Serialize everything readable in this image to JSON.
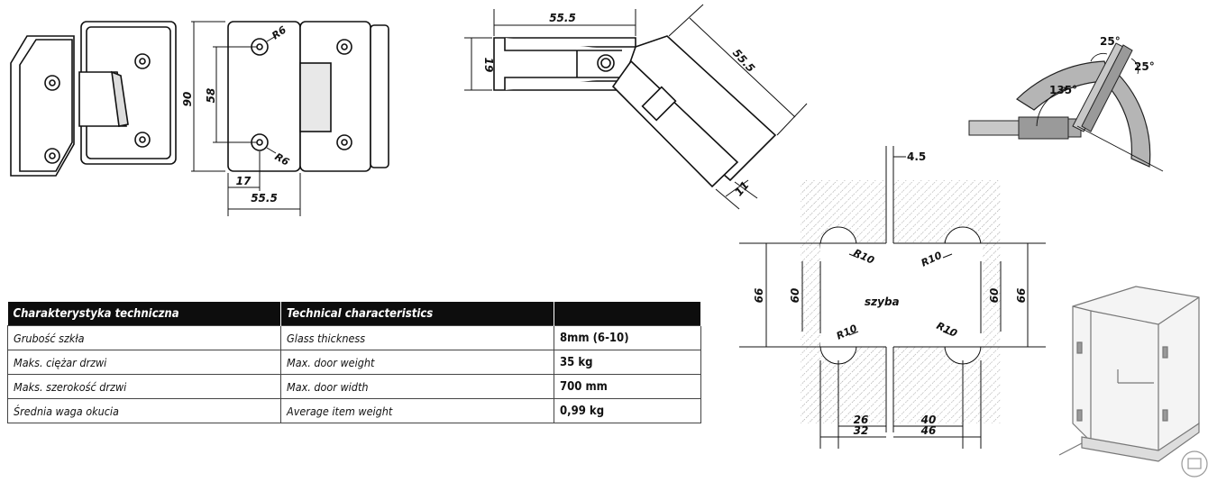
{
  "table": {
    "headers": [
      "Charakterystyka techniczna",
      "Technical characteristics",
      ""
    ],
    "rows": [
      {
        "pl": "Grubość szkła",
        "en": "Glass thickness",
        "value": "8mm (6-10)"
      },
      {
        "pl": "Maks. ciężar drzwi",
        "en": "Max. door weight",
        "value": "35 kg"
      },
      {
        "pl": "Maks. szerokość drzwi",
        "en": "Max. door width",
        "value": "700 mm"
      },
      {
        "pl": "Średnia waga okucia",
        "en": "Average item weight",
        "value": "0,99 kg"
      }
    ]
  },
  "hinge_front": {
    "height": "90",
    "hole_spacing": "58",
    "radius_top": "R6",
    "radius_bottom": "R6",
    "offset": "17",
    "width": "55.5"
  },
  "hinge_top": {
    "length": "55.5",
    "thickness": "19",
    "angled_length": "55.5",
    "angled_thickness": "11"
  },
  "angles": {
    "a1": "25°",
    "a2": "25°",
    "a3": "135°"
  },
  "cutout": {
    "gap": "4.5",
    "r1": "R10",
    "r2": "R10",
    "r3": "R10",
    "r4": "R10",
    "glass_label": "szyba",
    "left_outer": "66",
    "left_inner": "60",
    "right_inner": "60",
    "right_outer": "66",
    "bottom_left_a": "26",
    "bottom_left_b": "32",
    "bottom_right_a": "40",
    "bottom_right_b": "46"
  }
}
